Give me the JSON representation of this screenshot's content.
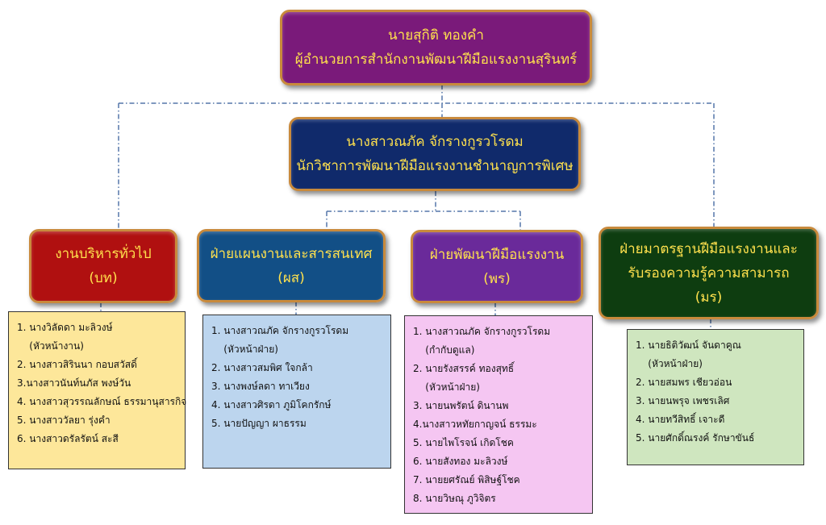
{
  "director": {
    "name": "นายสุกิติ   ทองคำ",
    "title": "ผู้อำนวยการสำนักงานพัฒนาฝีมือแรงงานสุรินทร์",
    "bg": "#7a1a7a"
  },
  "specialist": {
    "name": "นางสาวณภัค จักรางกูรวโรดม",
    "title": "นักวิชาการพัฒนาฝีมือแรงงานชำนาญการพิเศษ",
    "bg": "#102a6b"
  },
  "units": [
    {
      "id": "general-admin",
      "title": "งานบริหารทั่วไป",
      "code": "(บท)",
      "bg": "#b01010",
      "list_bg": "#fde79a",
      "members": [
        "1. นางวิลัดดา มะลิวงษ์",
        "    (หัวหน้างาน)",
        "2. นางสาวสิรินนา กอบสวัสดิ์",
        "3.นางสาวนันท์นภัส พงษ์วัน",
        "4. นางสาวสุวรรณลักษณ์ ธรรมานุสารกิจ",
        "5. นางสาววัลยา รุ่งคำ",
        "6. นางสาวดรัลรัตน์ สะสี"
      ]
    },
    {
      "id": "planning-it",
      "title": "ฝ่ายแผนงานและสารสนเทศ",
      "code": "(ผส)",
      "bg": "#124f86",
      "list_bg": "#bcd5ee",
      "members": [
        "1. นางสาวณภัค จักรางกูรวโรดม",
        "    (หัวหน้าฝ่าย)",
        "2. นางสาวสมพิศ ใจกล้า",
        "3. นางพงษ์ลดา ทาเวียง",
        "4. นางสาวศิรดา ภูมิโคกรักษ์",
        "5. นายปัญญา ผาธรรม"
      ]
    },
    {
      "id": "skill-development",
      "title": "ฝ่ายพัฒนาฝีมือแรงงาน",
      "code": "(พร)",
      "bg": "#6a2a9a",
      "list_bg": "#f5c6f2",
      "members": [
        "1. นางสาวณภัค จักรางกูรวโรดม",
        "    (กำกับดูแล)",
        "2. นายรังสรรค์ ทองสุทธิ์",
        "    (หัวหน้าฝ่าย)",
        "3. นายนพรัตน์ ดินานพ",
        "4.นางสาวหทัยกาญจน์ ธรรมะ",
        "5. นายไพโรจน์ เกิดโชค",
        "6. นายสังทอง มะลิวงษ์",
        "7. นายยศรัณย์ พิสิษฐ์โชค",
        "8. นายวิษณุ ภูวิจิตร"
      ]
    },
    {
      "id": "standards",
      "title": "ฝ่ายมาตรฐานฝีมือแรงงานและ",
      "title2": "รับรองความรู้ความสามารถ",
      "code": "(มร)",
      "bg": "#0e3d10",
      "list_bg": "#cfe6bf",
      "members": [
        "1. นายธิติวัฒน์ จันดาคูณ",
        "    (หัวหน้าฝ่าย)",
        "2. นายสมพร เชียวอ่อน",
        "3. นายนพรุจ เพชรเลิศ",
        "4. นายทวีสิทธิ์ เจาะดี",
        "5. นายศักดิ์ณรงค์ รักษาขันธ์"
      ]
    }
  ],
  "colors": {
    "box_text": "#ffe14d",
    "border": "#c98a3c",
    "connector": "#5577aa"
  }
}
